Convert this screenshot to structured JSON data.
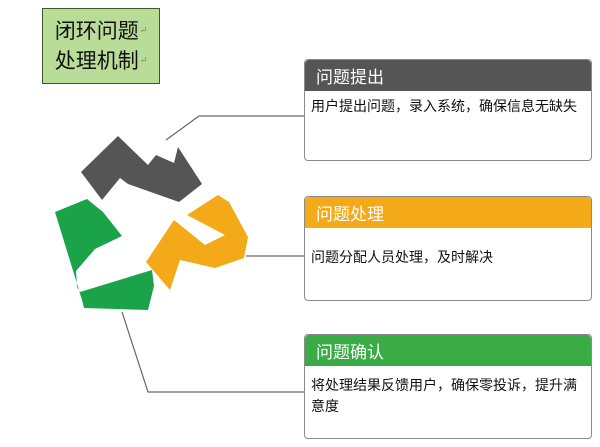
{
  "title": {
    "line1": "闭环问题",
    "line2": "处理机制"
  },
  "steps": [
    {
      "header": "问题提出",
      "body": "用户提出问题，录入系统，确保信息无缺失",
      "color": "#555555"
    },
    {
      "header": "问题处理",
      "body": "问题分配人员处理，及时解决",
      "color": "#f3a918"
    },
    {
      "header": "问题确认",
      "body": "将处理结果反馈用户，确保零投诉，提升满意度",
      "color": "#3aac46"
    }
  ],
  "arrow_colors": {
    "gray": "#555555",
    "orange": "#f3a918",
    "green": "#1ba34a"
  }
}
